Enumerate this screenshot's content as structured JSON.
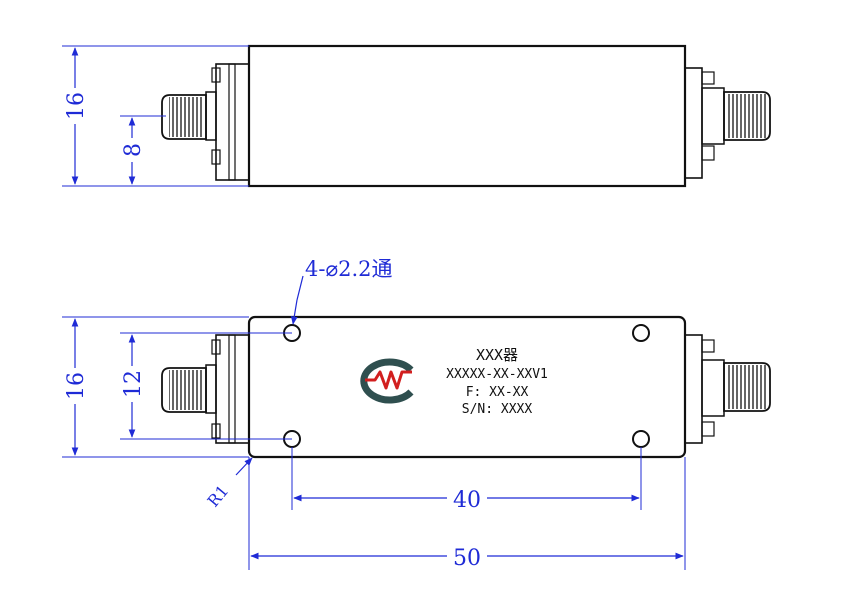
{
  "dimensions": {
    "top_height": "16",
    "top_offset": "8",
    "bottom_height": "16",
    "hole_spacing_vertical": "12",
    "hole_spacing_horizontal": "40",
    "overall_length": "50",
    "corner_radius": "R1",
    "hole_callout": "4-⌀2.2通"
  },
  "label": {
    "line1": "XXX器",
    "line2": "XXXXX-XX-XXV1",
    "line3": "F: XX-XX",
    "line4": "S/N: XXXX"
  },
  "colors": {
    "dimension": "#1f2bd6",
    "outline": "#111111",
    "logo_dark": "#2f4f4f",
    "logo_red": "#d21f1f"
  }
}
